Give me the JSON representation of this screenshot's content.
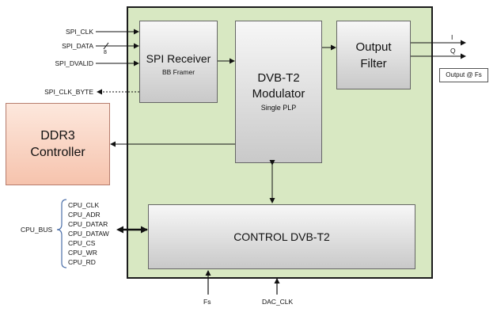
{
  "blocks": {
    "spi_receiver": {
      "title": "SPI Receiver",
      "subtitle": "BB Framer"
    },
    "modulator": {
      "title_line1": "DVB-T2",
      "title_line2": "Modulator",
      "subtitle": "Single PLP"
    },
    "output_filter": {
      "title_line1": "Output",
      "title_line2": "Filter"
    },
    "ddr3": {
      "title_line1": "DDR3",
      "title_line2": "Controller"
    },
    "control": {
      "title": "CONTROL DVB-T2"
    }
  },
  "inputs": {
    "spi_clk": "SPI_CLK",
    "spi_data": "SPI_DATA",
    "spi_data_width": "8",
    "spi_dvalid": "SPI_DVALID",
    "spi_clk_byte": "SPI_CLK_BYTE"
  },
  "outputs": {
    "i": "I",
    "q": "Q",
    "output_note": "Output @ Fs"
  },
  "cpu": {
    "bus_label": "CPU_BUS",
    "signals": [
      "CPU_CLK",
      "CPU_ADR",
      "CPU_DATAR",
      "CPU_DATAW",
      "CPU_CS",
      "CPU_WR",
      "CPU_RD"
    ]
  },
  "clocks": {
    "fs": "Fs",
    "dac_clk": "DAC_CLK"
  },
  "colors": {
    "core_fill": "#d8e8c2",
    "block_fill": "#d9d9d9",
    "ddr_fill": "#f8d0bf",
    "bracket": "#4a6ea8"
  }
}
